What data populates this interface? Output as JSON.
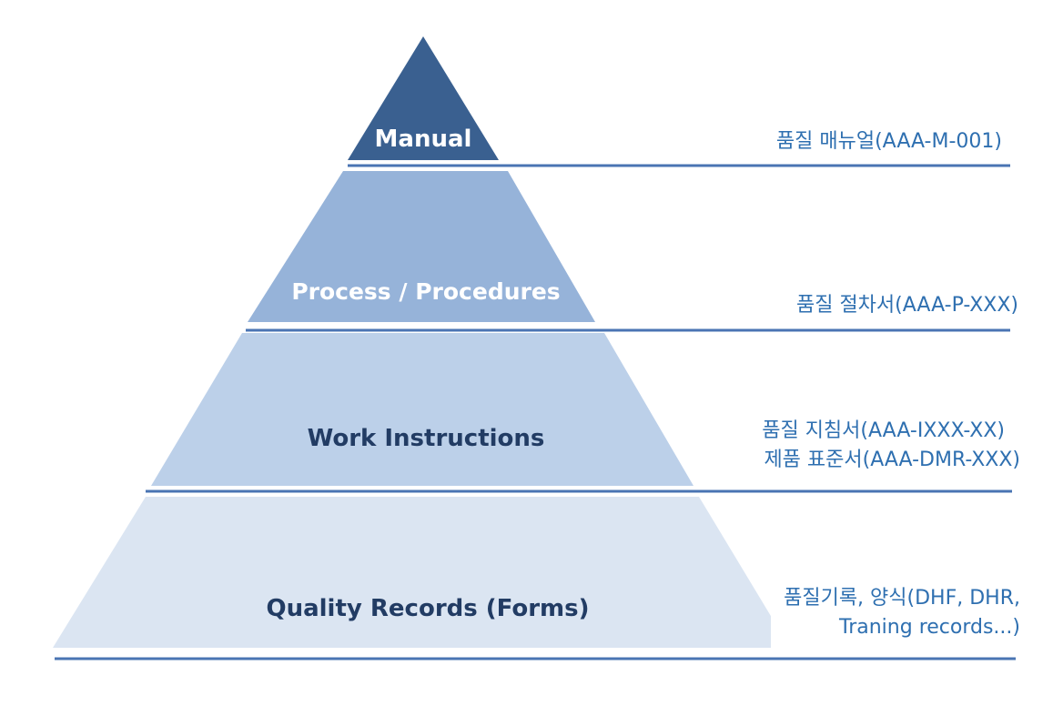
{
  "colors": {
    "tier_manual": "#3a6090",
    "tier_process": "#96b3d9",
    "tier_work": "#bcd0e9",
    "tier_records": "#dbe5f2",
    "rule_line": "#4a74b3",
    "label_dark": "#223c64",
    "label_light": "#ffffff",
    "annotation": "#2e6fb0"
  },
  "tiers": [
    {
      "name": "Manual",
      "text_color": "light"
    },
    {
      "name": "Process / Procedures",
      "text_color": "light"
    },
    {
      "name": "Work Instructions",
      "text_color": "dark"
    },
    {
      "name": "Quality Records (Forms)",
      "text_color": "dark"
    }
  ],
  "annotations": {
    "manual": {
      "line1": "품질 매뉴얼(AAA-M-001)"
    },
    "process": {
      "line1": "품질 절차서(AAA-P-XXX)"
    },
    "work": {
      "line1": "품질 지침서(AAA-IXXX-XX)",
      "line2": "제품 표준서(AAA-DMR-XXX)"
    },
    "records": {
      "line1": "품질기록, 양식(DHF, DHR,",
      "line2": "Traning records...)"
    }
  }
}
